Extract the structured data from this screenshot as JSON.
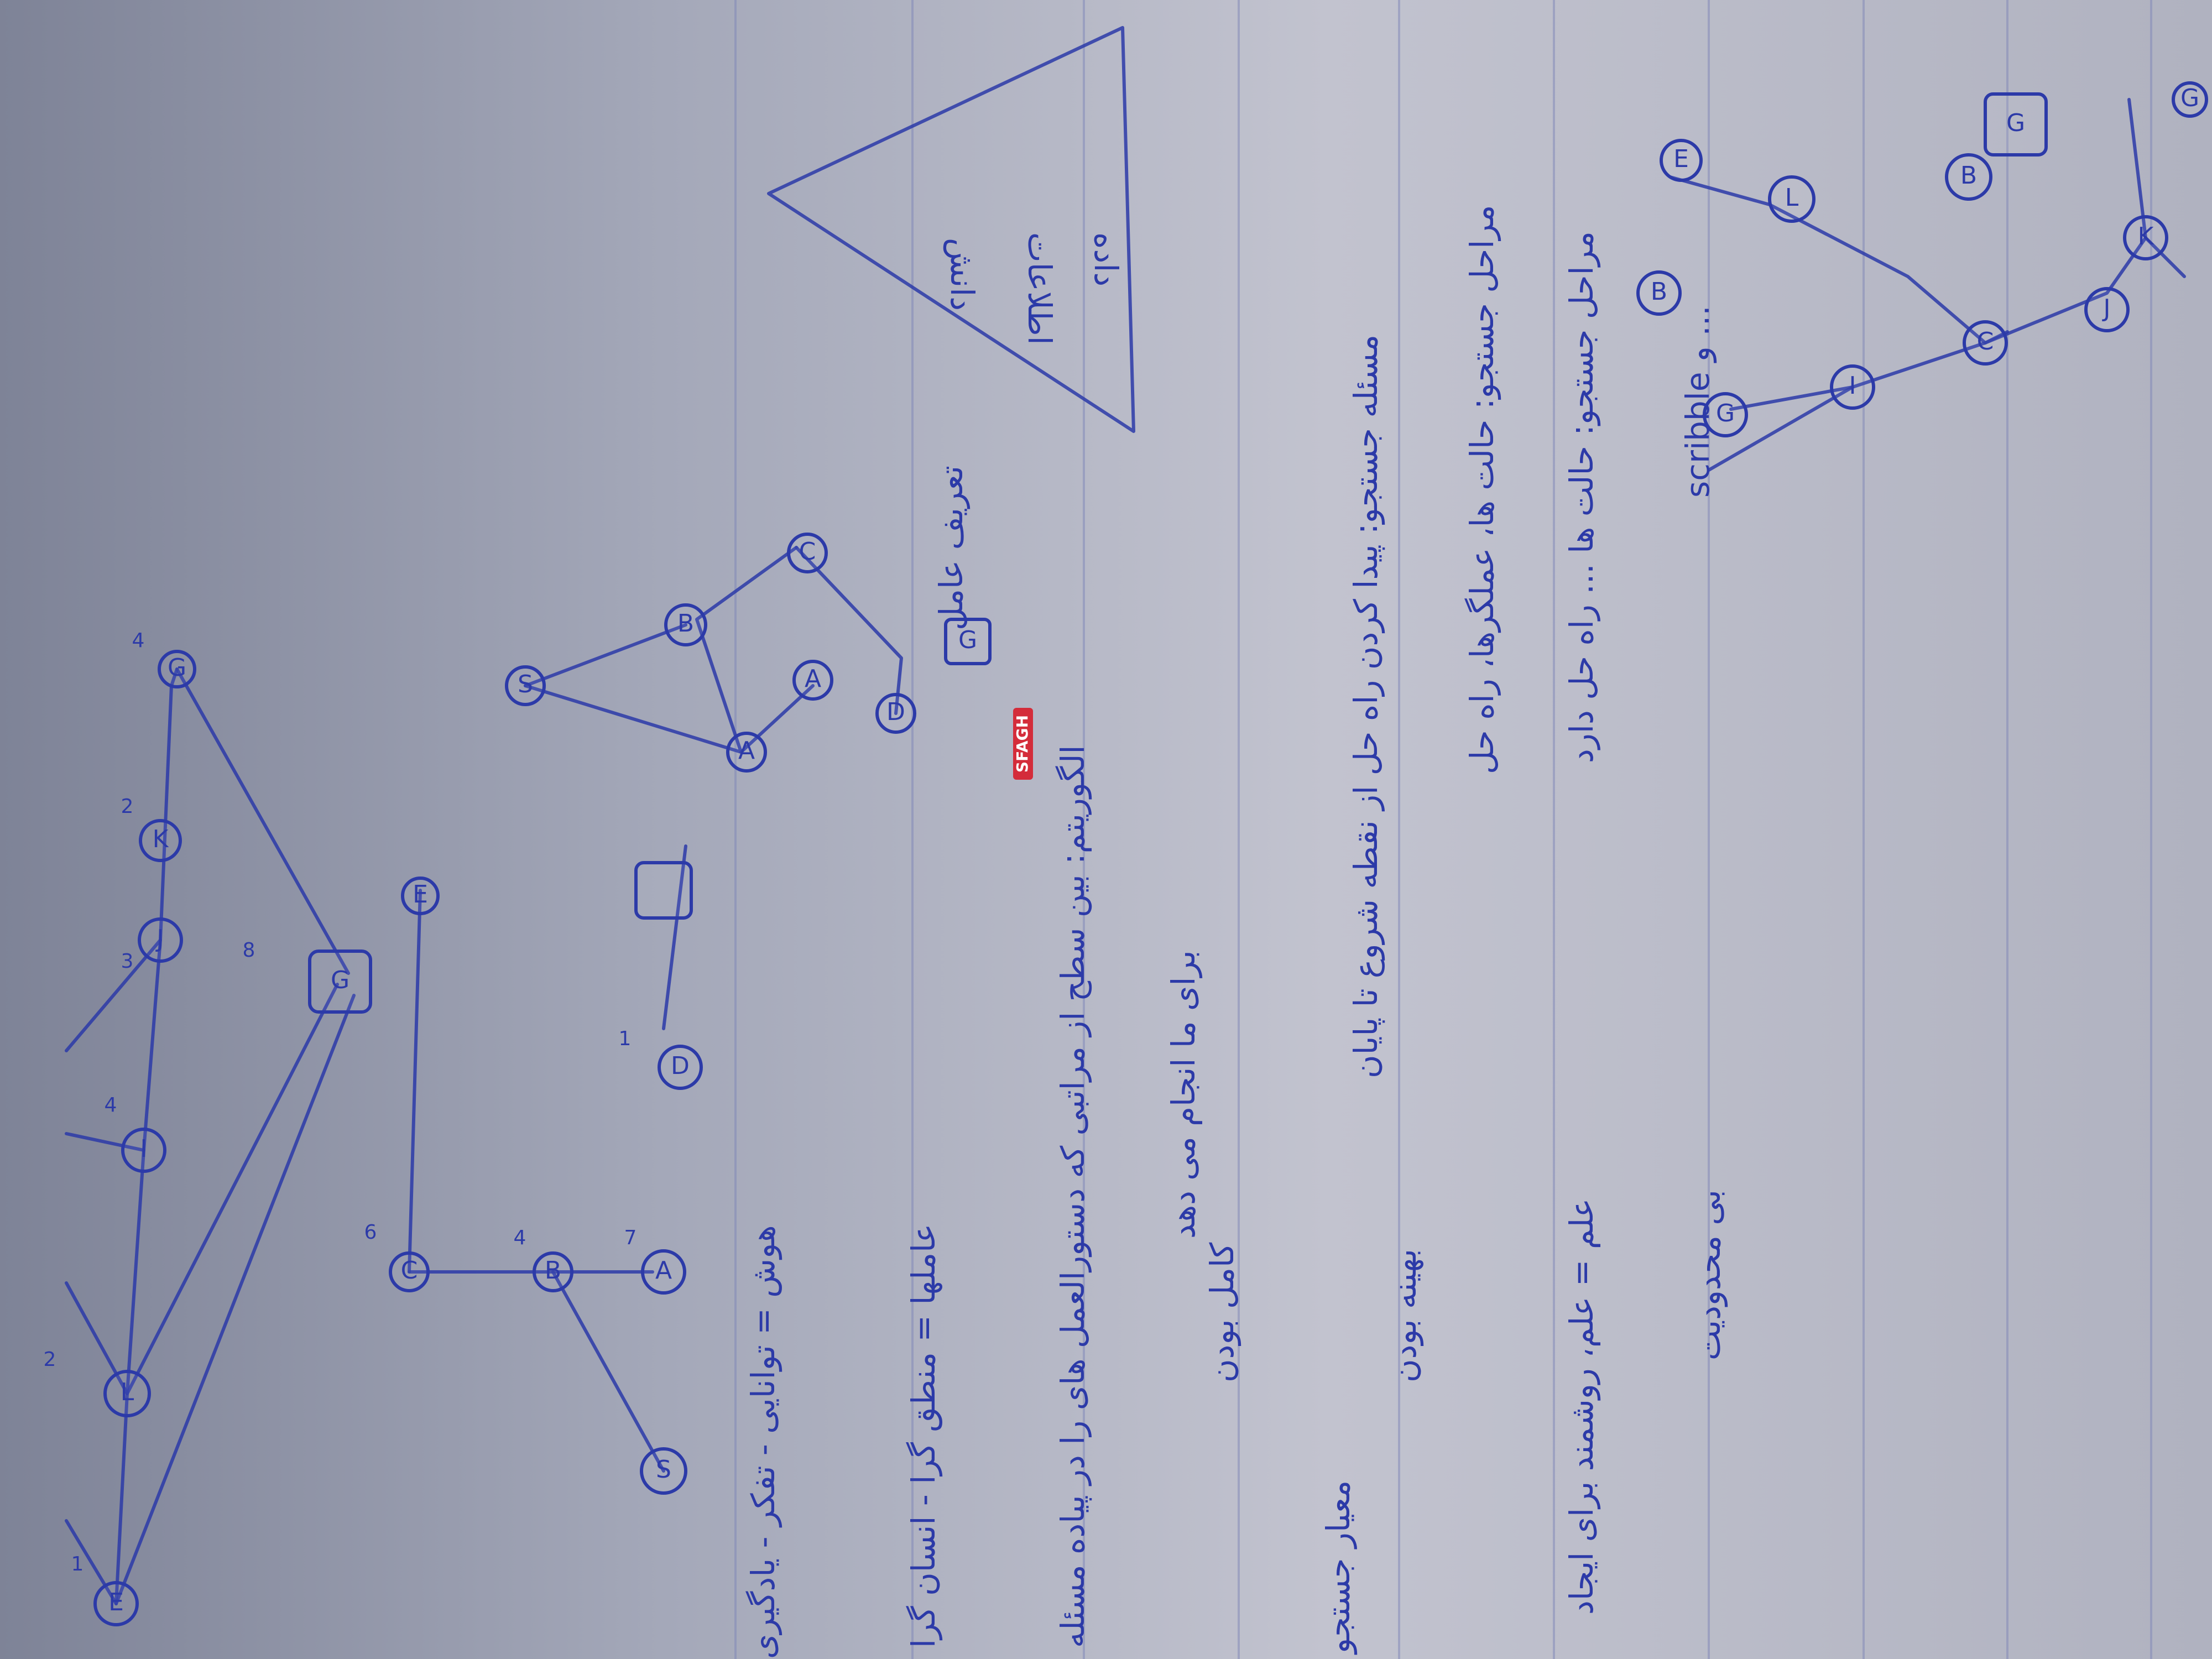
{
  "notebook": {
    "brand": "SFAGH",
    "colors": {
      "paper": "#c2c3cf",
      "ink": "#2c3aa8",
      "rule": "#7f86b8",
      "brand_red": "#d42c3a"
    }
  },
  "graph_top": {
    "nodes": [
      "E",
      "L",
      "I",
      "J",
      "K",
      "G",
      "G",
      "C",
      "B",
      "A",
      "S",
      "D",
      "E"
    ],
    "weights": [
      "1",
      "2",
      "4",
      "3",
      "2",
      "4",
      "8",
      "6",
      "4",
      "7",
      "1"
    ]
  },
  "graph_middle_tree": {
    "nodes": [
      "S",
      "A",
      "B",
      "A",
      "C",
      "D",
      "G"
    ]
  },
  "graph_right_tree": {
    "nodes": [
      "G",
      "K",
      "J",
      "G",
      "C",
      "I",
      "L",
      "B",
      "E",
      "B",
      "G"
    ]
  },
  "notes": {
    "line1": "هوش = توانایی - تفکر - یادگیری",
    "line2": "هوش",
    "line3": "عاملها = منطق گرا - انسان گرا",
    "line4": "الگوریتم: بین سطح از مراتبی که دستورالعمل های را در پیاده مسئله",
    "line5": "برای ما انجام می دهد",
    "line6": "کامل بودن",
    "line7": "معیار جستجو",
    "line8": "بهینه بودن",
    "line9": "مسئله جستجو: پیدا کردن راه حل از نقطه شروع تا پایان",
    "line10": "مراحل جستجو: حالت ها، عملگرها، راه حل",
    "line11": "مراحل جستجو: حالت ها ... راه حل دارد",
    "line12": "علم = علم، روشمند برای ایجاد",
    "line13": "scribble و ...",
    "line14": "بی محدودیت",
    "tree_mid_note": "تعریف عامل",
    "tri_note1": "دانش",
    "tri_note2": "اطلاعات",
    "tri_note3": "داده"
  }
}
